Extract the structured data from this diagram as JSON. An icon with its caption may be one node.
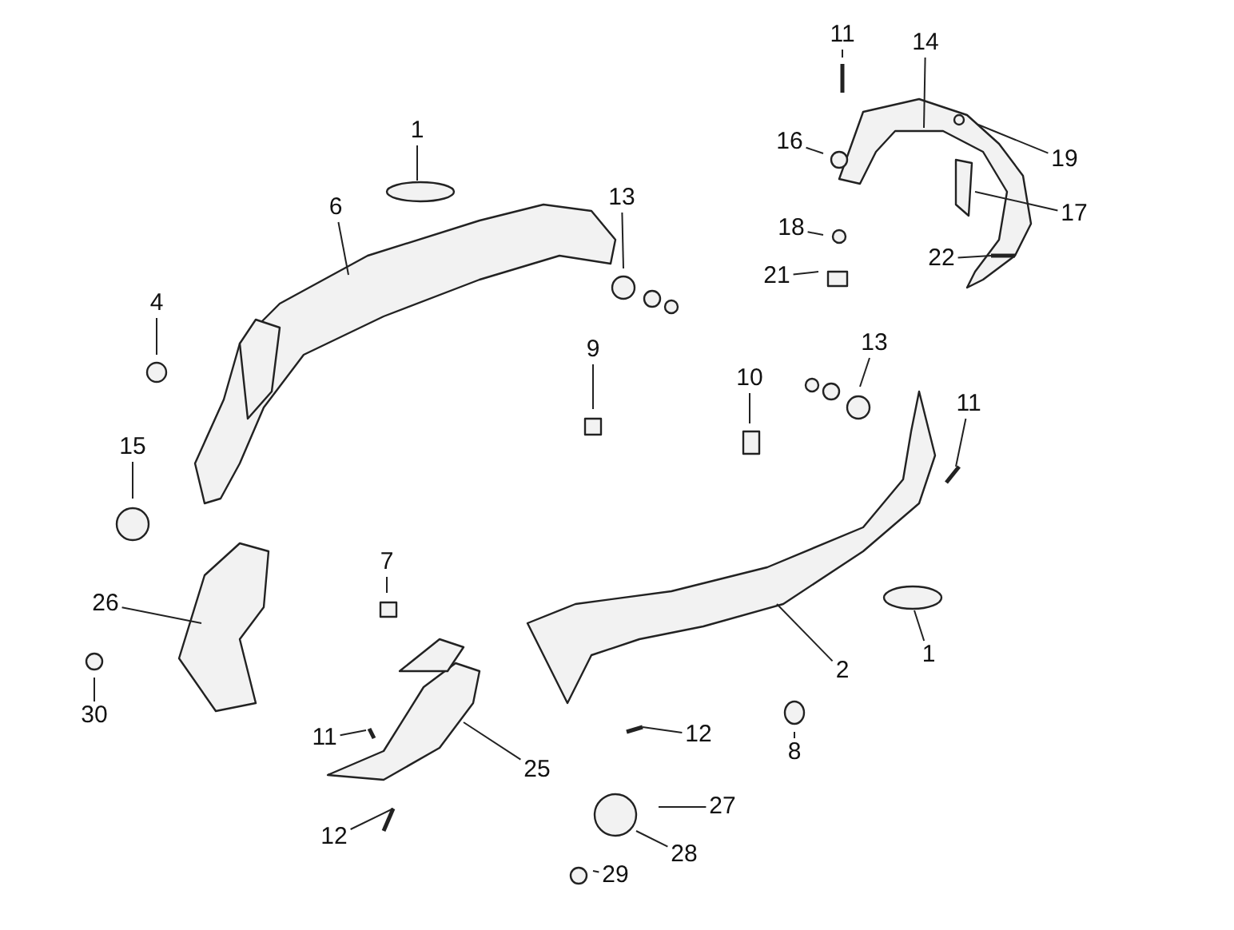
{
  "diagram": {
    "nodes": [
      {
        "text": [
          "1"
        ]
      },
      {
        "text": [
          "14"
        ]
      },
      {
        "text": [
          "11"
        ]
      },
      {
        "text": [
          "6"
        ]
      },
      {
        "text": [
          "13"
        ]
      },
      {
        "text": [
          "16"
        ]
      },
      {
        "text": [
          "19"
        ]
      },
      {
        "text": [
          "17"
        ]
      },
      {
        "text": [
          "18"
        ]
      },
      {
        "text": [
          "21"
        ]
      },
      {
        "text": [
          "22"
        ]
      },
      {
        "text": [
          "4"
        ]
      },
      {
        "text": [
          "9"
        ]
      },
      {
        "text": [
          "13"
        ]
      },
      {
        "text": [
          "10"
        ]
      },
      {
        "text": [
          "11"
        ]
      },
      {
        "text": [
          "15"
        ]
      },
      {
        "text": [
          "7"
        ]
      },
      {
        "text": [
          "26"
        ]
      },
      {
        "text": [
          "2"
        ]
      },
      {
        "text": [
          "1"
        ]
      },
      {
        "text": [
          "30"
        ]
      },
      {
        "text": [
          "11"
        ]
      },
      {
        "text": [
          "12"
        ]
      },
      {
        "text": [
          "25"
        ]
      },
      {
        "text": [
          "8"
        ]
      },
      {
        "text": [
          "27"
        ]
      },
      {
        "text": [
          "12"
        ]
      },
      {
        "text": [
          "28"
        ]
      },
      {
        "text": [
          "29"
        ]
      }
    ],
    "edges": [
      {
        "from": 0,
        "to": null,
        "arrow": "none"
      },
      {
        "from": 1,
        "to": null,
        "arrow": "none"
      },
      {
        "from": 2,
        "to": null,
        "arrow": "none"
      },
      {
        "from": 3,
        "to": null,
        "arrow": "none"
      },
      {
        "from": 4,
        "to": null,
        "arrow": "none"
      },
      {
        "from": 5,
        "to": null,
        "arrow": "none"
      },
      {
        "from": 6,
        "to": null,
        "arrow": "none"
      },
      {
        "from": 7,
        "to": null,
        "arrow": "none"
      },
      {
        "from": 8,
        "to": null,
        "arrow": "none"
      },
      {
        "from": 9,
        "to": null,
        "arrow": "none"
      },
      {
        "from": 10,
        "to": null,
        "arrow": "none"
      },
      {
        "from": 11,
        "to": null,
        "arrow": "none"
      },
      {
        "from": 12,
        "to": null,
        "arrow": "none"
      },
      {
        "from": 13,
        "to": null,
        "arrow": "none"
      },
      {
        "from": 14,
        "to": null,
        "arrow": "none"
      },
      {
        "from": 15,
        "to": null,
        "arrow": "none"
      },
      {
        "from": 16,
        "to": null,
        "arrow": "none"
      },
      {
        "from": 17,
        "to": null,
        "arrow": "none"
      },
      {
        "from": 18,
        "to": null,
        "arrow": "none"
      },
      {
        "from": 19,
        "to": null,
        "arrow": "none"
      },
      {
        "from": 20,
        "to": null,
        "arrow": "none"
      },
      {
        "from": 21,
        "to": null,
        "arrow": "none"
      },
      {
        "from": 22,
        "to": null,
        "arrow": "none"
      },
      {
        "from": 23,
        "to": null,
        "arrow": "none"
      },
      {
        "from": 24,
        "to": null,
        "arrow": "none"
      },
      {
        "from": 25,
        "to": null,
        "arrow": "none"
      },
      {
        "from": 26,
        "to": null,
        "arrow": "none"
      },
      {
        "from": 27,
        "to": null,
        "arrow": "none"
      },
      {
        "from": 28,
        "to": null,
        "arrow": "none"
      },
      {
        "from": 29,
        "to": null,
        "arrow": "none"
      }
    ]
  }
}
